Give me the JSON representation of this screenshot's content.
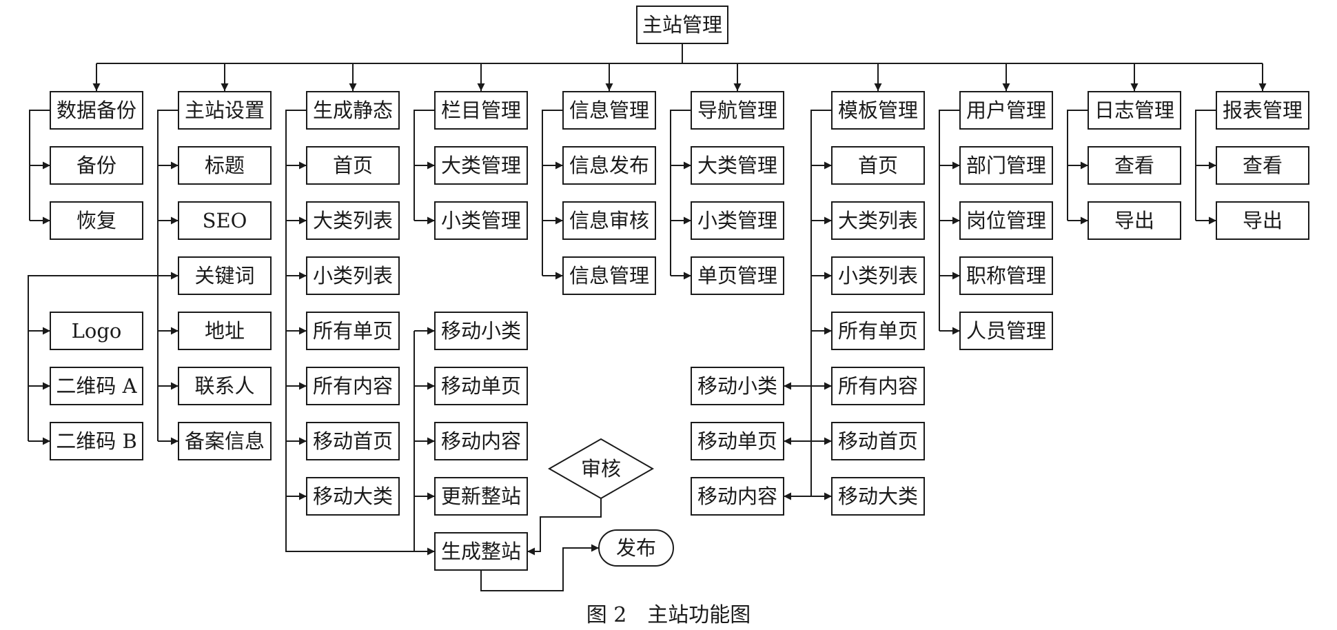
{
  "root": "主站管理",
  "modules": [
    {
      "title": "数据备份",
      "items": [
        "备份",
        "恢复"
      ]
    },
    {
      "title": "主站设置",
      "items": [
        "标题",
        "SEO",
        "关键词",
        "地址",
        "联系人",
        "备案信息"
      ],
      "keyword_children": [
        "Logo",
        "二维码 A",
        "二维码 B"
      ]
    },
    {
      "title": "生成静态",
      "items": [
        "首页",
        "大类列表",
        "小类列表",
        "所有单页",
        "所有内容",
        "移动首页",
        "移动大类"
      ],
      "sub_items": [
        "移动小类",
        "移动单页",
        "移动内容",
        "更新整站"
      ],
      "generate": "生成整站"
    },
    {
      "title": "栏目管理",
      "items": [
        "大类管理",
        "小类管理"
      ]
    },
    {
      "title": "信息管理",
      "items": [
        "信息发布",
        "信息审核",
        "信息管理"
      ]
    },
    {
      "title": "导航管理",
      "items": [
        "大类管理",
        "小类管理",
        "单页管理"
      ]
    },
    {
      "title": "模板管理",
      "items": [
        "首页",
        "大类列表",
        "小类列表",
        "所有单页",
        "所有内容",
        "移动首页",
        "移动大类"
      ],
      "side_items": [
        "移动小类",
        "移动单页",
        "移动内容"
      ]
    },
    {
      "title": "用户管理",
      "items": [
        "部门管理",
        "岗位管理",
        "职称管理",
        "人员管理"
      ]
    },
    {
      "title": "日志管理",
      "items": [
        "查看",
        "导出"
      ]
    },
    {
      "title": "报表管理",
      "items": [
        "查看",
        "导出"
      ]
    }
  ],
  "review": "审核",
  "publish": "发布",
  "caption": "图 2　主站功能图"
}
